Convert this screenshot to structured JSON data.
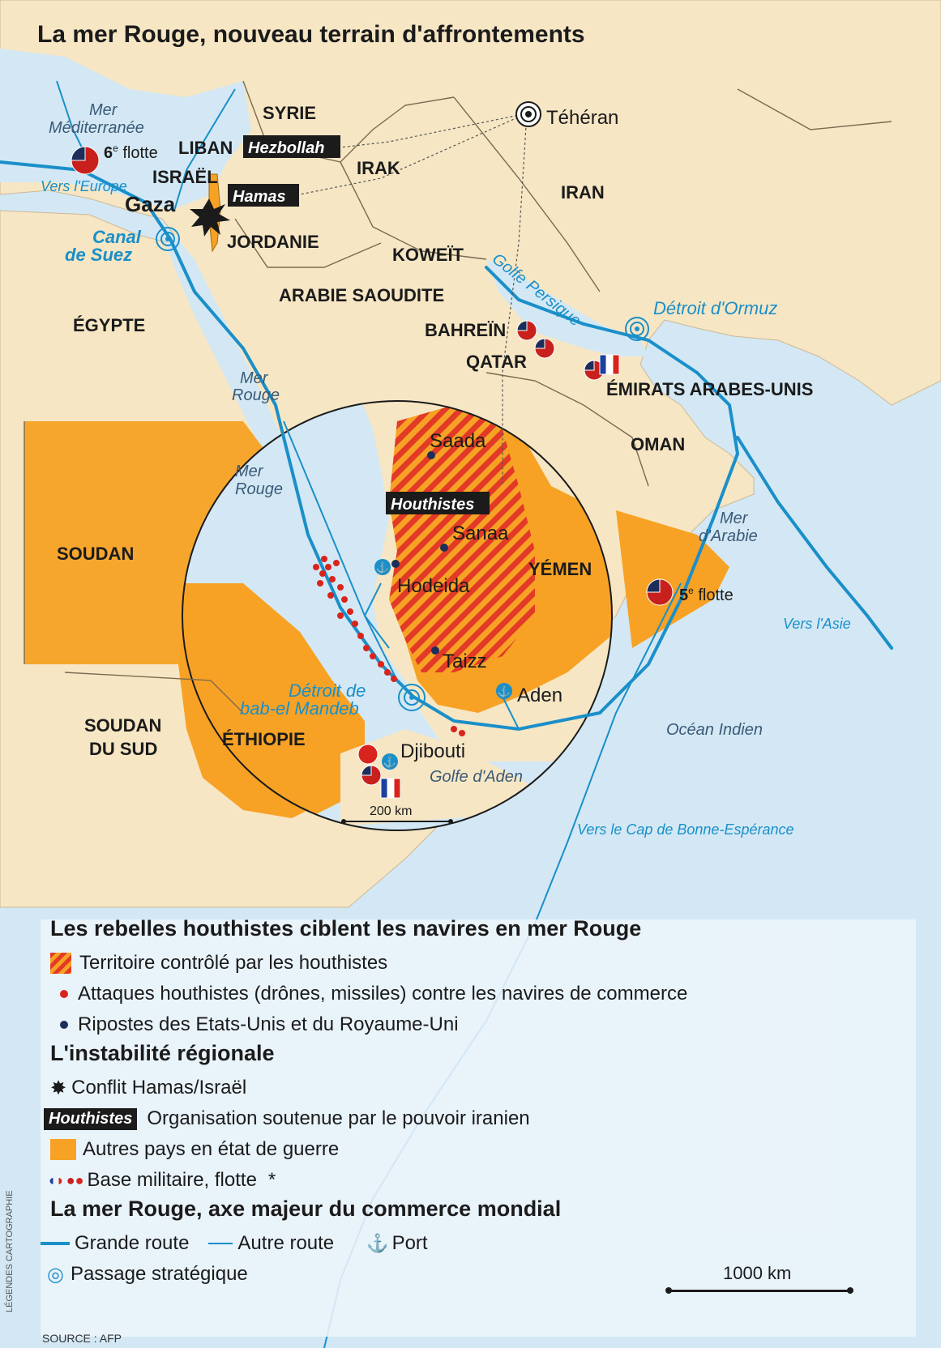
{
  "title": "La mer Rouge, nouveau terrain d'affrontements",
  "countries": {
    "syrie": "SYRIE",
    "liban": "LIBAN",
    "israel": "ISRAËL",
    "irak": "IRAK",
    "iran": "IRAN",
    "jordanie": "JORDANIE",
    "koweit": "KOWEÏT",
    "arabie": "ARABIE SAOUDITE",
    "egypte": "ÉGYPTE",
    "bahrein": "BAHREÏN",
    "qatar": "QATAR",
    "emirats": "ÉMIRATS ARABES-UNIS",
    "oman": "OMAN",
    "soudan": "SOUDAN",
    "yemen": "YÉMEN",
    "soudan_sud_1": "SOUDAN",
    "soudan_sud_2": "DU SUD",
    "ethiopie": "ÉTHIOPIE"
  },
  "places": {
    "gaza": "Gaza",
    "teheran": "Téhéran",
    "saada": "Saada",
    "sanaa": "Sanaa",
    "hodeida": "Hodeida",
    "taizz": "Taizz",
    "aden": "Aden",
    "djibouti": "Djibouti"
  },
  "seas": {
    "med_1": "Mer",
    "med_2": "Méditerranée",
    "rouge_1": "Mer",
    "rouge_2": "Rouge",
    "rouge_in_1": "Mer",
    "rouge_in_2": "Rouge",
    "arabie_1": "Mer",
    "arabie_2": "d'Arabie",
    "ocean": "Océan Indien",
    "golfe_aden": "Golfe d'Aden",
    "golfe_persique": "Golfe Persique"
  },
  "routes": {
    "vers_europe": "Vers l'Europe",
    "vers_asie": "Vers l'Asie",
    "vers_cap": "Vers le Cap de Bonne-Espérance",
    "canal_1": "Canal",
    "canal_2": "de Suez",
    "ormuz": "Détroit d'Ormuz",
    "bab_1": "Détroit de",
    "bab_2": "bab-el Mandeb"
  },
  "fleets": {
    "sixth_num": "6",
    "sixth_sup": "e",
    "sixth_rest": " flotte",
    "fifth_num": "5",
    "fifth_sup": "e",
    "fifth_rest": " flotte"
  },
  "badges": {
    "hezbollah": "Hezbollah",
    "hamas": "Hamas",
    "houthistes": "Houthistes"
  },
  "scale_inset": "200 km",
  "legend": {
    "h1": "Les rebelles houthistes ciblent les navires en mer Rouge",
    "territoire": "Territoire contrôlé par les houthistes",
    "attaques": "Attaques houthistes (drônes, missiles) contre les navires de commerce",
    "ripostes": "Ripostes des Etats-Unis et du Royaume-Uni",
    "h2": "L'instabilité régionale",
    "conflit": "Conflit Hamas/Israël",
    "badge": "Houthistes",
    "organisation": "Organisation soutenue par le pouvoir iranien",
    "guerre": "Autres pays en état de guerre",
    "base": "Base militaire, flotte",
    "asterisk": "*",
    "h3": "La mer Rouge, axe majeur du commerce mondial",
    "grande": "Grande route",
    "autre": "Autre route",
    "port": "Port",
    "passage": "Passage stratégique",
    "scale": "1000 km"
  },
  "source": "SOURCE : AFP",
  "credit": "LÉGENDES CARTOGRAPHIE",
  "colors": {
    "land": "#f6e6c4",
    "sea": "#d3e8f4",
    "war": "#f7a225",
    "hatch_red": "#e23a26",
    "route": "#1a8fc9",
    "border": "#7a6a50"
  }
}
